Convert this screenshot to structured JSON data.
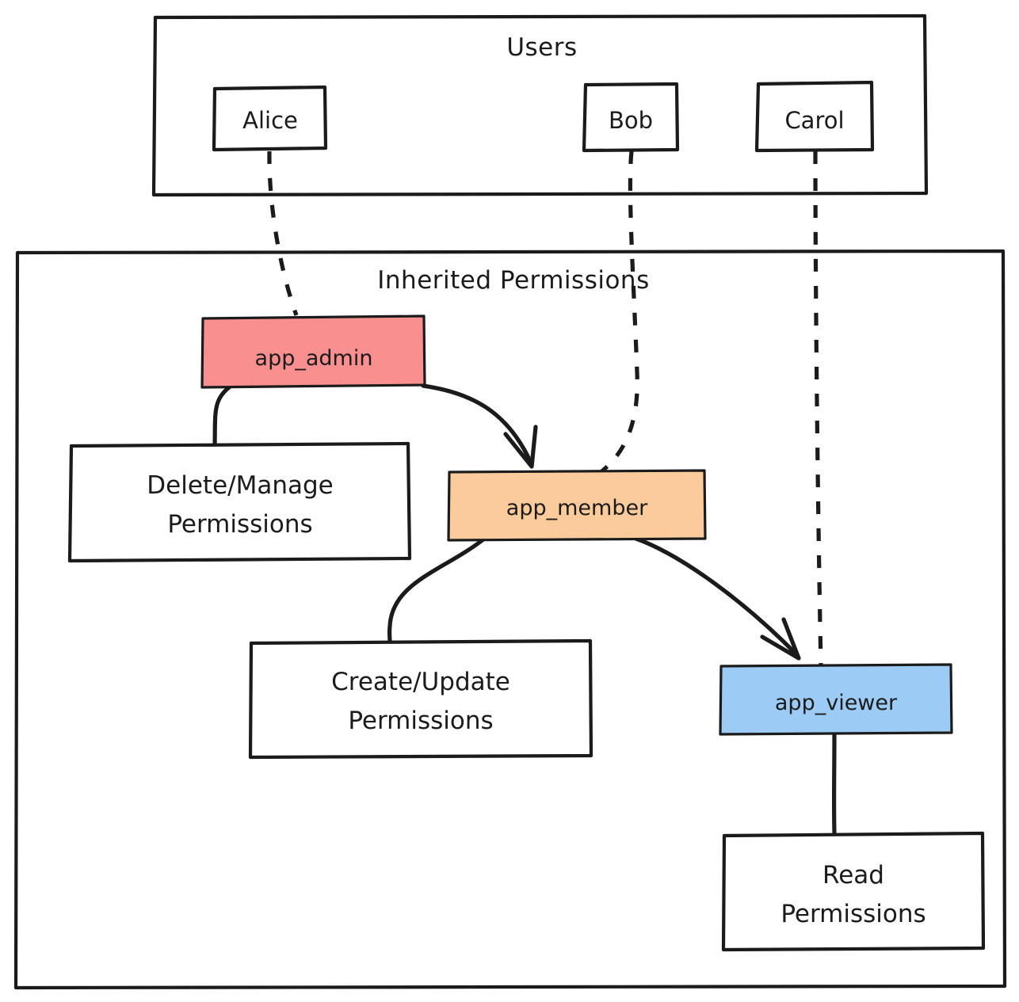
{
  "diagram": {
    "title_users": "Users",
    "title_inherited": "Inherited Permissions",
    "colors": {
      "admin_fill": "#FA8F8F",
      "member_fill": "#FBCB9B",
      "viewer_fill": "#9CCCF5",
      "stroke": "#1b1b1b",
      "plain_fill": "#ffffff",
      "background": "#ffffff"
    },
    "users": [
      {
        "id": "alice",
        "label": "Alice"
      },
      {
        "id": "bob",
        "label": "Bob"
      },
      {
        "id": "carol",
        "label": "Carol"
      }
    ],
    "roles": [
      {
        "id": "app_admin",
        "label": "app_admin",
        "color": "#FA8F8F"
      },
      {
        "id": "app_member",
        "label": "app_member",
        "color": "#FBCB9B"
      },
      {
        "id": "app_viewer",
        "label": "app_viewer",
        "color": "#9CCCF5"
      }
    ],
    "permissions": [
      {
        "id": "delete_manage",
        "line1": "Delete/Manage",
        "line2": "Permissions"
      },
      {
        "id": "create_update",
        "line1": "Create/Update",
        "line2": "Permissions"
      },
      {
        "id": "read",
        "line1": "Read",
        "line2": "Permissions"
      }
    ],
    "edges": [
      {
        "from": "alice",
        "to": "app_admin",
        "style": "dashed"
      },
      {
        "from": "bob",
        "to": "app_member",
        "style": "dashed"
      },
      {
        "from": "carol",
        "to": "app_viewer",
        "style": "dashed"
      },
      {
        "from": "app_admin",
        "to": "delete_manage",
        "style": "solid"
      },
      {
        "from": "app_admin",
        "to": "app_member",
        "style": "solid-arrow"
      },
      {
        "from": "app_member",
        "to": "create_update",
        "style": "solid"
      },
      {
        "from": "app_member",
        "to": "app_viewer",
        "style": "solid-arrow"
      },
      {
        "from": "app_viewer",
        "to": "read",
        "style": "solid"
      }
    ]
  }
}
